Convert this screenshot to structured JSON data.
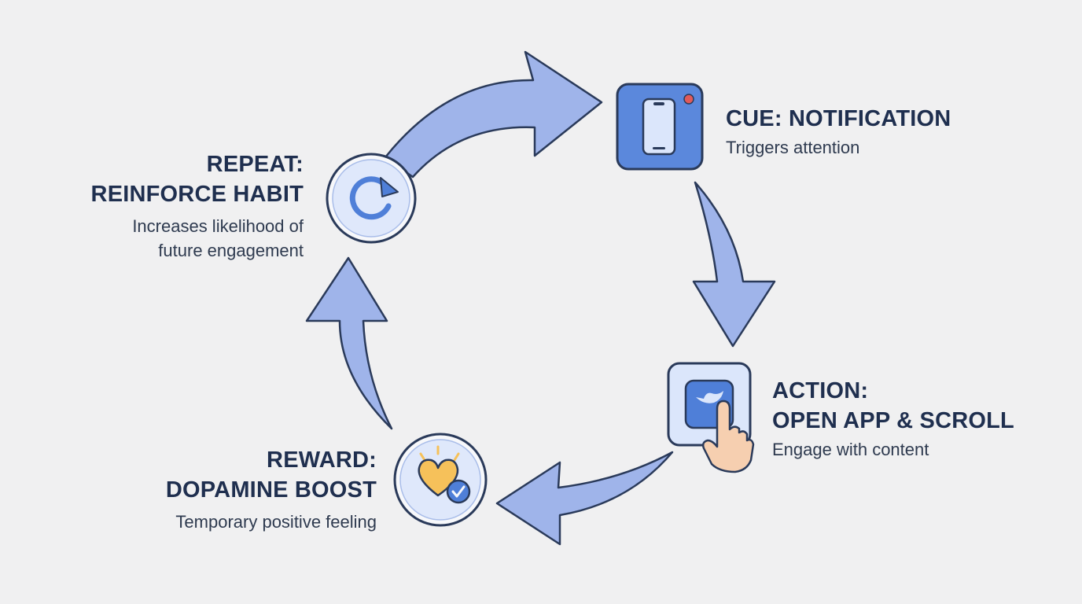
{
  "steps": [
    {
      "id": "cue",
      "title_lines": [
        "CUE: NOTIFICATION"
      ],
      "desc_lines": [
        "Triggers attention"
      ],
      "icon": "phone-notification-icon"
    },
    {
      "id": "action",
      "title_lines": [
        "ACTION:",
        "OPEN APP & SCROLL"
      ],
      "desc_lines": [
        "Engage with content"
      ],
      "icon": "tap-app-icon"
    },
    {
      "id": "reward",
      "title_lines": [
        "REWARD:",
        "DOPAMINE BOOST"
      ],
      "desc_lines": [
        "Temporary positive feeling"
      ],
      "icon": "heart-check-icon"
    },
    {
      "id": "repeat",
      "title_lines": [
        "REPEAT:",
        "REINFORCE HABIT"
      ],
      "desc_lines": [
        "Increases likelihood of",
        "future engagement"
      ],
      "icon": "refresh-icon"
    }
  ],
  "colors": {
    "background": "#f0f0f1",
    "arrow_fill": "#9fb4ea",
    "outline": "#2a3a5a",
    "icon_blue": "#4f7fd8",
    "icon_light": "#dbe6fb",
    "notification_dot": "#e05a5a",
    "heart": "#f6c15a",
    "hand": "#f6cfb0",
    "text": "#1f2f4f"
  }
}
